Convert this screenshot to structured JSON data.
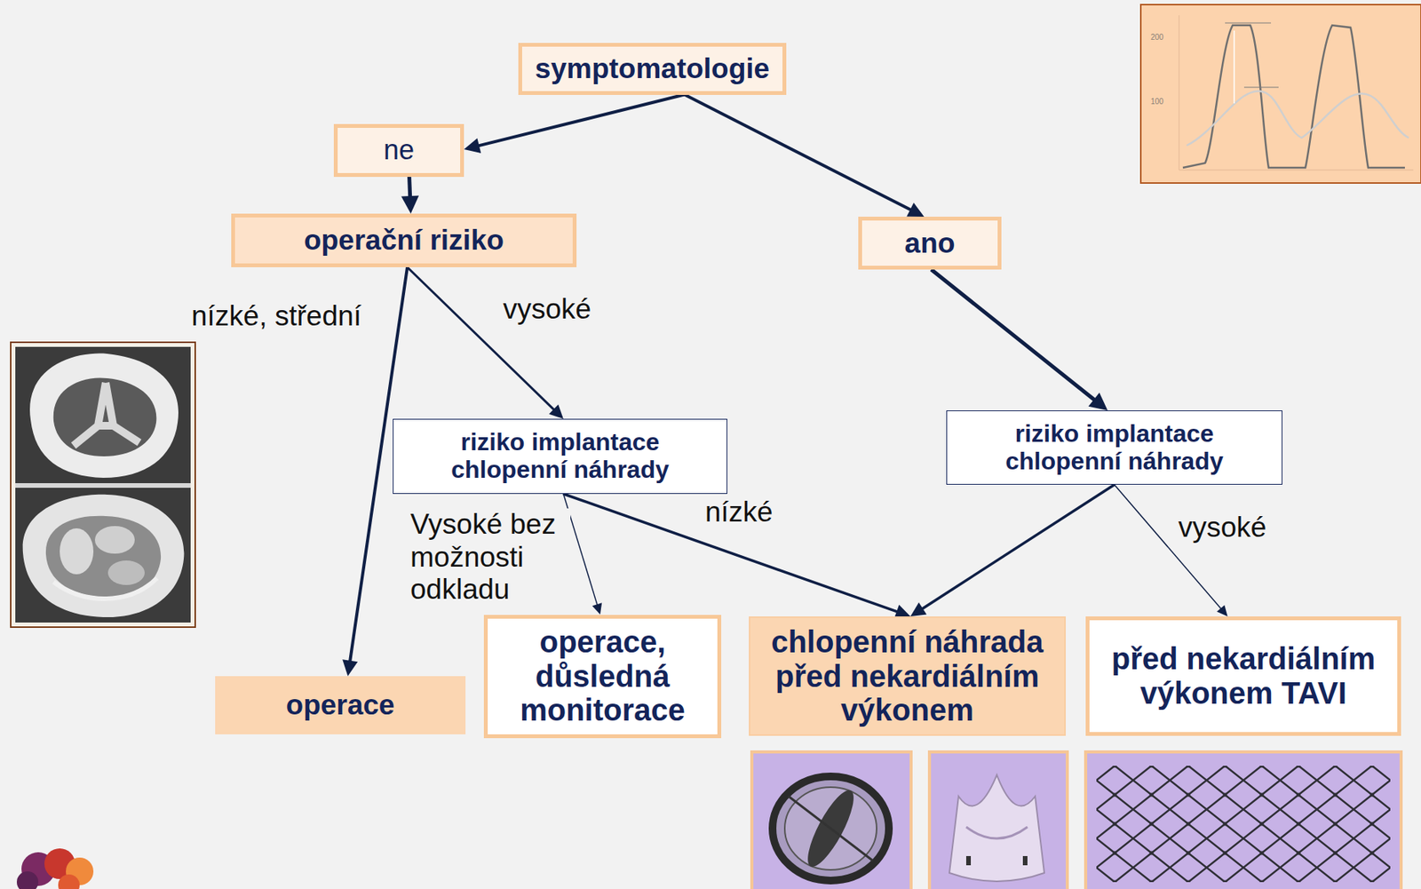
{
  "diagram": {
    "nodes": [
      {
        "text": [
          "symptomatologie"
        ]
      },
      {
        "text": [
          "ne"
        ]
      },
      {
        "text": [
          "operační riziko"
        ]
      },
      {
        "text": [
          "ano"
        ]
      },
      {
        "text": [
          "riziko implantace chlopenní náhrady"
        ]
      },
      {
        "text": [
          "riziko implantace chlopenní náhrady"
        ]
      },
      {
        "text": [
          "operace"
        ]
      },
      {
        "text": [
          "operace, důsledná monitorace"
        ]
      },
      {
        "text": [
          "chlopenní náhrada před nekardiálním výkonem"
        ]
      },
      {
        "text": [
          "před nekardiálním výkonem TAVI"
        ]
      }
    ],
    "edges": [
      {
        "from": 0,
        "to": 1,
        "arrow": "to"
      },
      {
        "from": 0,
        "to": 3,
        "arrow": "to"
      },
      {
        "from": 1,
        "to": 2,
        "arrow": "to"
      },
      {
        "from": 2,
        "to": 6,
        "label": "nízké, střední",
        "arrow": "to"
      },
      {
        "from": 2,
        "to": 4,
        "label": "vysoké",
        "arrow": "to"
      },
      {
        "from": 3,
        "to": 5,
        "arrow": "to"
      },
      {
        "from": 4,
        "to": 7,
        "label": "Vysoké bez možnosti odkladu",
        "arrow": "to"
      },
      {
        "from": 4,
        "to": 8,
        "label": "nízké",
        "arrow": "to"
      },
      {
        "from": 5,
        "to": 8,
        "arrow": "to"
      },
      {
        "from": 5,
        "to": 9,
        "label": "vysoké",
        "arrow": "to"
      }
    ],
    "labels": [
      "200",
      "100"
    ]
  }
}
